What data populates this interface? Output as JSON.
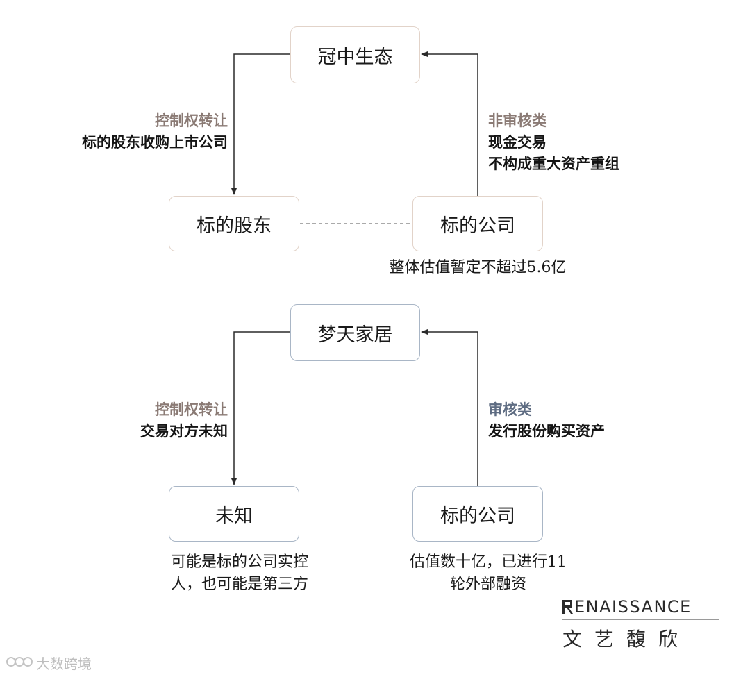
{
  "diagrams": [
    {
      "parent": "冠中生态",
      "left_node": "标的股东",
      "right_node": "标的公司",
      "left_label": {
        "category": "控制权转让",
        "lines": [
          "标的股东收购上市公司"
        ]
      },
      "right_label": {
        "category": "非审核类",
        "lines": [
          "现金交易",
          "不构成重大资产重组"
        ]
      },
      "right_note": [
        "整体估值暂定不超过5.6亿"
      ],
      "left_note": [],
      "dashed_link": true,
      "accent": "#e2d3c9"
    },
    {
      "parent": "梦天家居",
      "left_node": "未知",
      "right_node": "标的公司",
      "left_label": {
        "category": "控制权转让",
        "lines": [
          "交易对方未知"
        ]
      },
      "right_label": {
        "category": "审核类",
        "lines": [
          "发行股份购买资产"
        ]
      },
      "right_note": [
        "估值数十亿，已进行11",
        "轮外部融资"
      ],
      "left_note": [
        "可能是标的公司实控",
        "人，也可能是第三方"
      ],
      "dashed_link": false,
      "accent": "#a9b6c6"
    }
  ],
  "brand": {
    "en": "ENAISSANCE",
    "zh": "文艺馥欣"
  },
  "watermark": "大数跨境",
  "colors": {
    "warm_border": "#e2d3c9",
    "cool_border": "#a9b6c6",
    "warm_category": "#8a7a74",
    "cool_category": "#5e6c82"
  }
}
